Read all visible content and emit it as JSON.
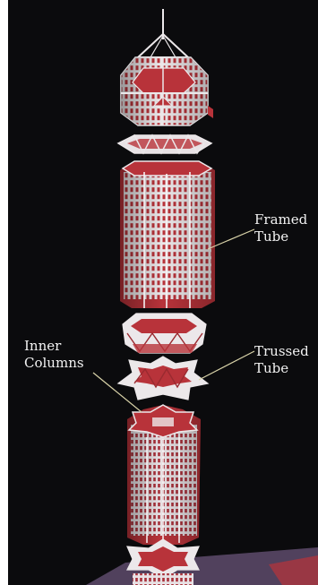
{
  "labels": {
    "framed_tube": {
      "line1": "Framed",
      "line2": "Tube"
    },
    "trussed_tube": {
      "line1": "Trussed",
      "line2": "Tube"
    },
    "inner_columns": {
      "line1": "Inner",
      "line2": "Columns"
    }
  },
  "colors": {
    "background": "#0b0b0d",
    "frame_white": "#ece8ea",
    "structure_red": "#b8333a",
    "label_text": "#f2f2f2",
    "base_plate": "#8c6fa0"
  }
}
